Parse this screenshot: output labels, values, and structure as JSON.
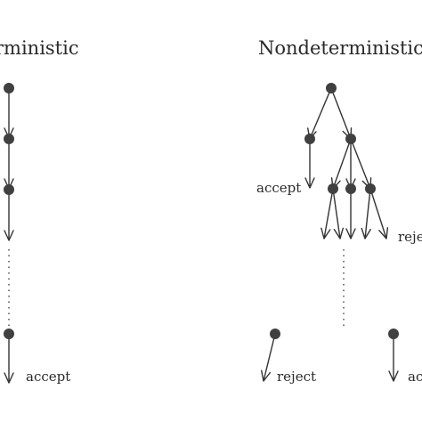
{
  "left_panel": {
    "title": "rministic",
    "accept_label": "accept"
  },
  "right_panel": {
    "title": "Nondeterministic",
    "accept_label_1": "accept",
    "reject_label_1": "reje",
    "reject_label_2": "reject",
    "accept_label_2": "acc"
  },
  "colors": {
    "node": "#404040",
    "edge": "#333333",
    "background": "#ffffff"
  }
}
